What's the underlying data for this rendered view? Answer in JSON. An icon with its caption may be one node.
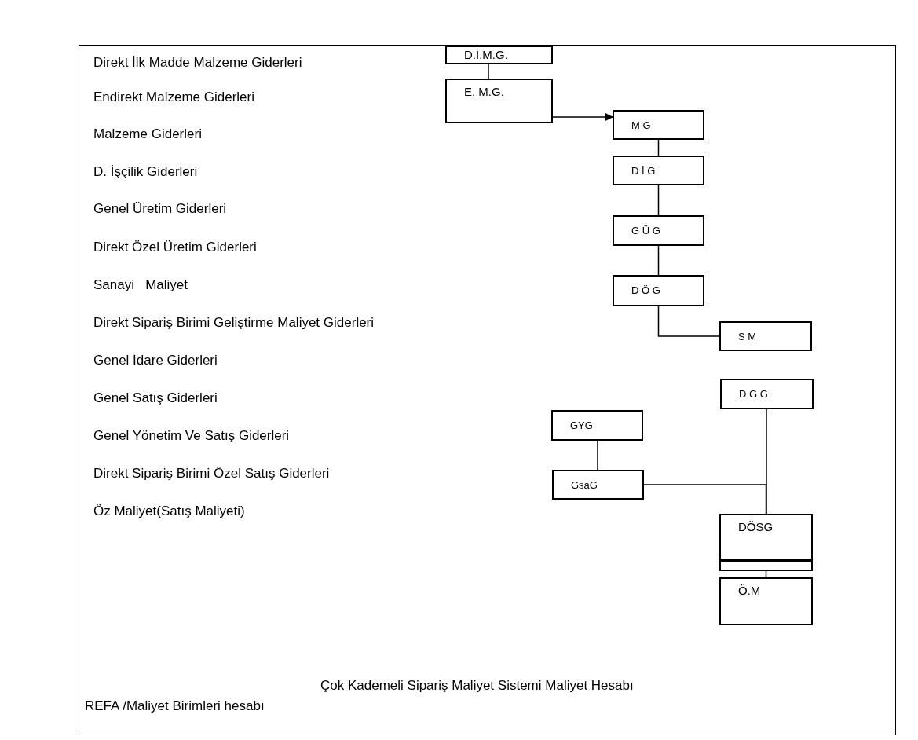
{
  "diagram": {
    "title": "Çok Kademeli Sipariş Maliyet Sistemi Maliyet Hesabı",
    "caption": "REFA /Maliyet Birimleri hesabı",
    "nodes": [
      {
        "text": [
          "D.İ.M.G."
        ]
      },
      {
        "text": [
          "E. M.G."
        ]
      },
      {
        "text": [
          "M G"
        ]
      },
      {
        "text": [
          "D İ G"
        ]
      },
      {
        "text": [
          "G Ü G"
        ]
      },
      {
        "text": [
          "D Ö G"
        ]
      },
      {
        "text": [
          "S M"
        ]
      },
      {
        "text": [
          "D G G"
        ]
      },
      {
        "text": [
          "GYG"
        ]
      },
      {
        "text": [
          "GsaG"
        ]
      },
      {
        "text": [
          "DÖSG"
        ]
      },
      {
        "text": [],
        "shape": "box"
      },
      {
        "text": [
          "Ö.M"
        ]
      }
    ],
    "edges": [
      {
        "from": 0,
        "to": 1,
        "arrow": "none"
      },
      {
        "from": 1,
        "to": 2,
        "arrow": "to"
      },
      {
        "from": 2,
        "to": 3,
        "arrow": "none"
      },
      {
        "from": 3,
        "to": 4,
        "arrow": "none"
      },
      {
        "from": 4,
        "to": 5,
        "arrow": "none"
      },
      {
        "from": 5,
        "to": 6,
        "arrow": "none"
      },
      {
        "from": 8,
        "to": 9,
        "arrow": "none"
      },
      {
        "from": 7,
        "to": 10,
        "arrow": "none"
      },
      {
        "from": 9,
        "to": 10,
        "arrow": "none"
      },
      {
        "from": 11,
        "to": 12,
        "arrow": "none"
      }
    ],
    "labels": [
      "Direkt İlk Madde Malzeme Giderleri",
      "Endirekt Malzeme Giderleri",
      "Malzeme Giderleri",
      "D. İşçilik Giderleri",
      "Genel Üretim Giderleri",
      "Direkt Özel Üretim Giderleri",
      "Sanayi   Maliyet",
      "Direkt Sipariş Birimi Geliştirme Maliyet Giderleri",
      "Genel İdare Giderleri",
      "Genel Satış Giderleri",
      "Genel Yönetim Ve Satış Giderleri",
      "Direkt Sipariş Birimi Özel Satış Giderleri",
      "Öz Maliyet(Satış Maliyeti)"
    ]
  }
}
